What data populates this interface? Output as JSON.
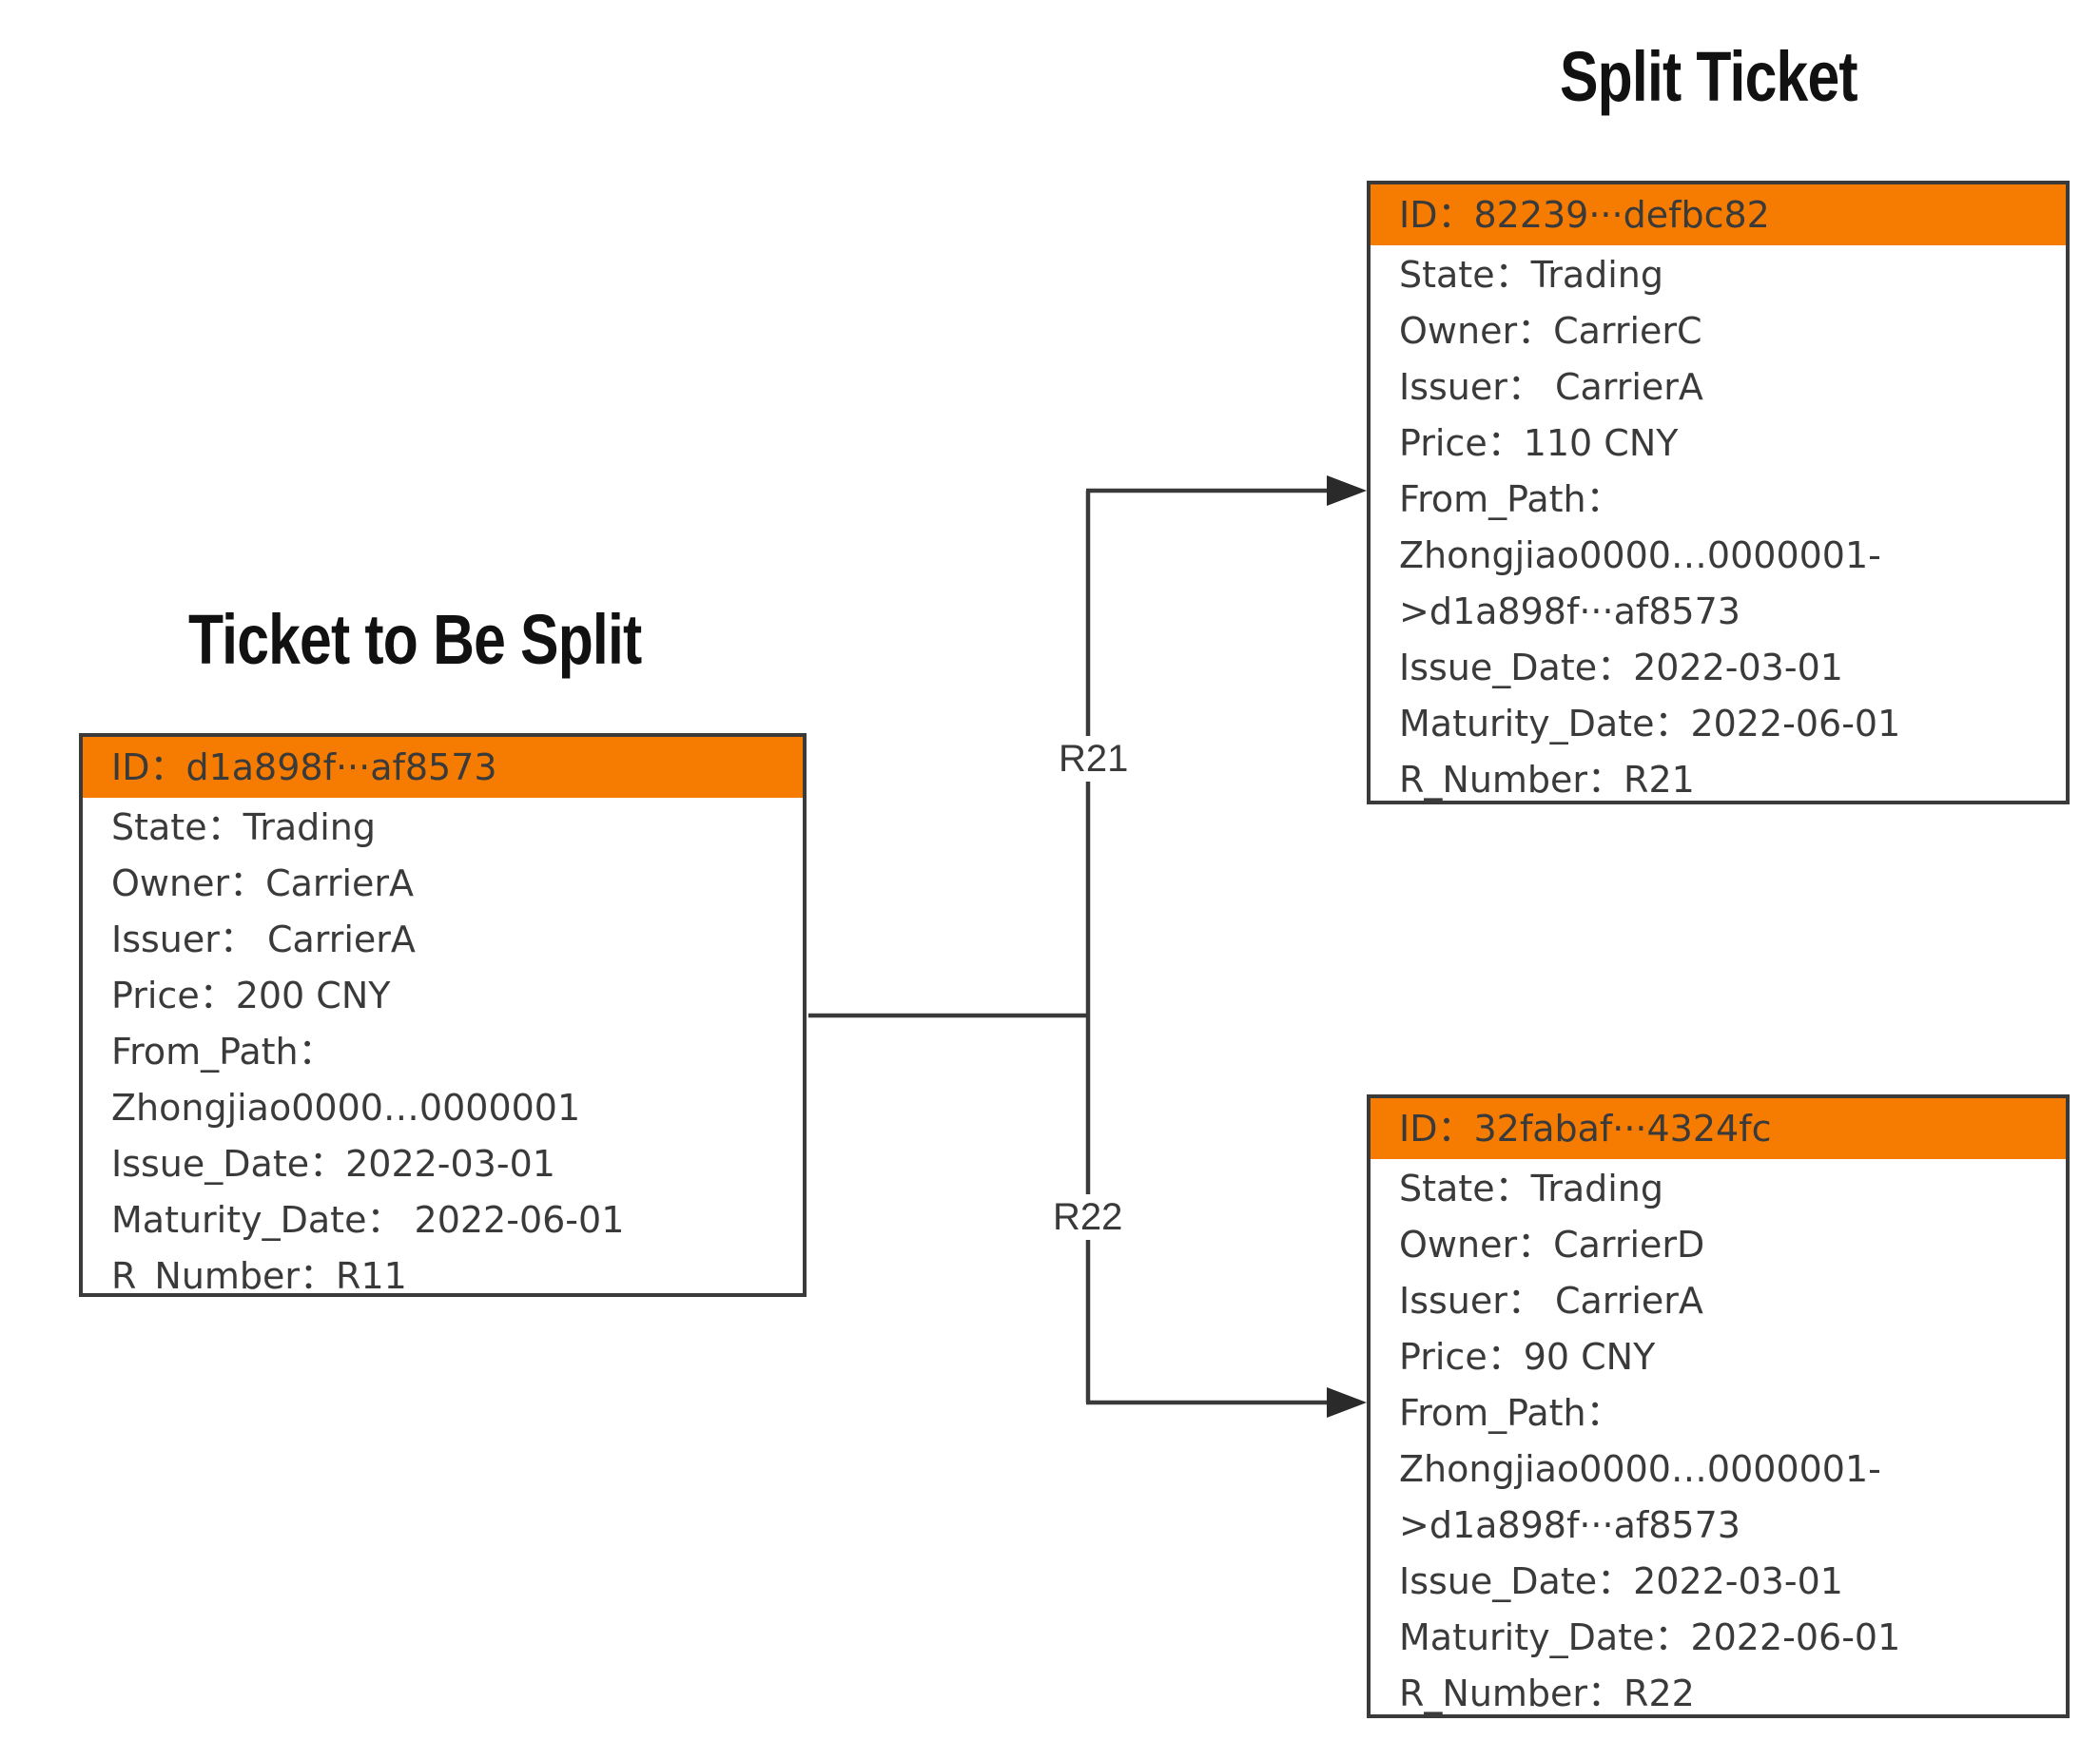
{
  "headings": {
    "left": "Ticket to Be Split",
    "right": "Split Ticket"
  },
  "tickets": {
    "original": {
      "id": "ID：d1a898f···af8573",
      "rows": [
        "State：Trading",
        "Owner：CarrierA",
        "Issuer： CarrierA",
        "Price：200 CNY",
        "From_Path：",
        "Zhongjiao0000…0000001",
        "Issue_Date：2022-03-01",
        "Maturity_Date： 2022-06-01",
        "R_Number：R11"
      ]
    },
    "split_a": {
      "id": "ID：82239···defbc82",
      "rows": [
        "State：Trading",
        "Owner：CarrierC",
        "Issuer： CarrierA",
        "Price：110 CNY",
        "From_Path：",
        "Zhongjiao0000…0000001-",
        ">d1a898f···af8573",
        "Issue_Date：2022-03-01",
        "Maturity_Date：2022-06-01",
        "R_Number：R21"
      ]
    },
    "split_b": {
      "id": "ID：32fabaf···4324fc",
      "rows": [
        "State：Trading",
        "Owner：CarrierD",
        "Issuer： CarrierA",
        "Price：90 CNY",
        "From_Path：",
        "Zhongjiao0000…0000001-",
        ">d1a898f···af8573",
        "Issue_Date：2022-03-01",
        "Maturity_Date：2022-06-01",
        "R_Number：R22"
      ]
    }
  },
  "edges": {
    "r21": "R21",
    "r22": "R22"
  },
  "colors": {
    "id_bar": "#f57c00",
    "border": "#3a3a3a"
  }
}
